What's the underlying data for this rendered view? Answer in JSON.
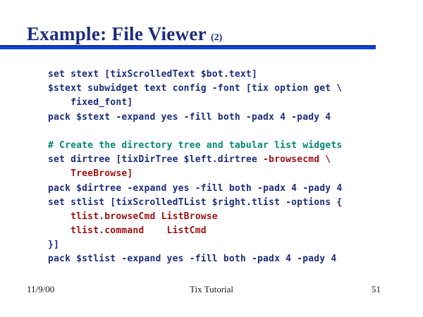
{
  "slide": {
    "title": "Example: File Viewer",
    "title_suffix": "(2)"
  },
  "colors": {
    "title": "#1b2c7e",
    "accent_bar": "#0a45e0",
    "navy": "#1b2c7e",
    "red": "#9c1111",
    "comment": "#008871"
  },
  "code": {
    "lines": [
      {
        "segments": [
          {
            "text": "set stext [tixScrolledText $bot.text]",
            "style": "navy"
          }
        ]
      },
      {
        "segments": [
          {
            "text": "$stext subwidget text config -font [tix option get \\",
            "style": "navy"
          }
        ]
      },
      {
        "segments": [
          {
            "text": "    fixed_font]",
            "style": "navy"
          }
        ]
      },
      {
        "segments": [
          {
            "text": "pack $stext -expand yes -fill both -padx 4 -pady 4",
            "style": "navy"
          }
        ]
      },
      {
        "segments": []
      },
      {
        "segments": [
          {
            "text": "# Create the directory tree and tabular list widgets",
            "style": "comment"
          }
        ]
      },
      {
        "segments": [
          {
            "text": "set dirtree [tixDirTree $left.dirtree ",
            "style": "navy"
          },
          {
            "text": "-browsecmd \\",
            "style": "red"
          }
        ]
      },
      {
        "segments": [
          {
            "text": "    TreeBrowse]",
            "style": "red"
          }
        ]
      },
      {
        "segments": [
          {
            "text": "pack $dirtree -expand yes -fill both -padx 4 -pady 4",
            "style": "navy"
          }
        ]
      },
      {
        "segments": [
          {
            "text": "set stlist [tixScrolledTList $right.tlist -options {",
            "style": "navy"
          }
        ]
      },
      {
        "segments": [
          {
            "text": "    tlist.browseCmd ListBrowse",
            "style": "red"
          }
        ]
      },
      {
        "segments": [
          {
            "text": "    tlist.command    ListCmd",
            "style": "red"
          }
        ]
      },
      {
        "segments": [
          {
            "text": "}]",
            "style": "navy"
          }
        ]
      },
      {
        "segments": [
          {
            "text": "pack $stlist -expand yes -fill both -padx 4 -pady 4",
            "style": "navy"
          }
        ]
      }
    ]
  },
  "footer": {
    "date": "11/9/00",
    "center": "Tix Tutorial",
    "page": "51"
  }
}
